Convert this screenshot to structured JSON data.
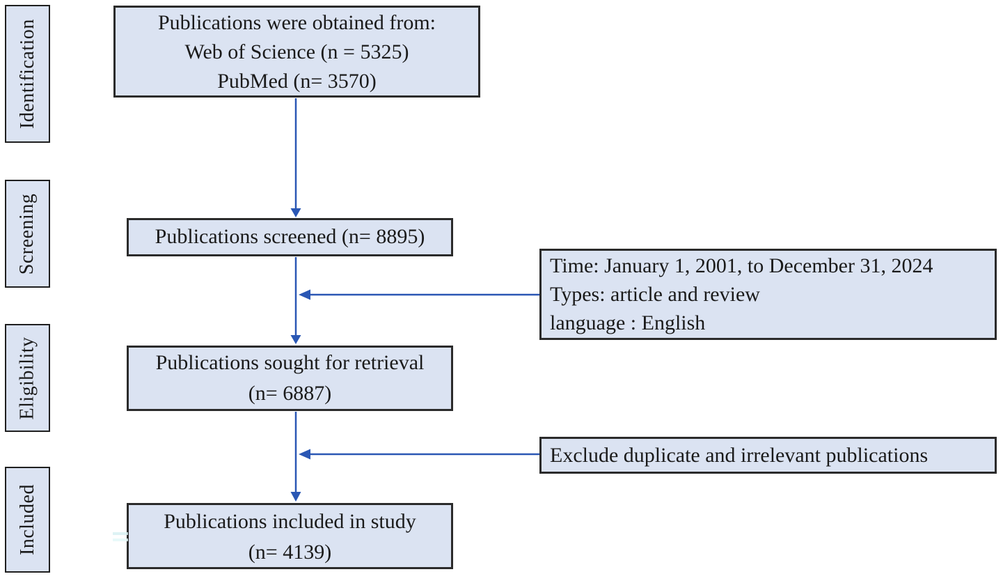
{
  "colors": {
    "box_fill": "#dbe3f2",
    "box_border": "#2b2b2b",
    "arrow": "#2a57b4"
  },
  "sidebar": {
    "stages": [
      {
        "label": "Identification"
      },
      {
        "label": "Screening"
      },
      {
        "label": "Eligibility"
      },
      {
        "label": "Included"
      }
    ]
  },
  "flow": {
    "obtained": {
      "lines": [
        "Publications were obtained from:",
        "Web of Science (n = 5325)",
        "PubMed (n= 3570)"
      ]
    },
    "screened": {
      "label": "Publications screened (n= 8895)"
    },
    "sought": {
      "lines": [
        "Publications sought for retrieval",
        "(n= 6887)"
      ]
    },
    "included": {
      "lines": [
        "Publications included in study",
        "(n= 4139)"
      ]
    }
  },
  "annotations": {
    "criteria": {
      "lines": [
        "Time: January 1, 2001, to December 31, 2024",
        "Types: article and review",
        "language : English"
      ]
    },
    "exclusion": {
      "label": "Exclude duplicate and irrelevant publications"
    }
  }
}
